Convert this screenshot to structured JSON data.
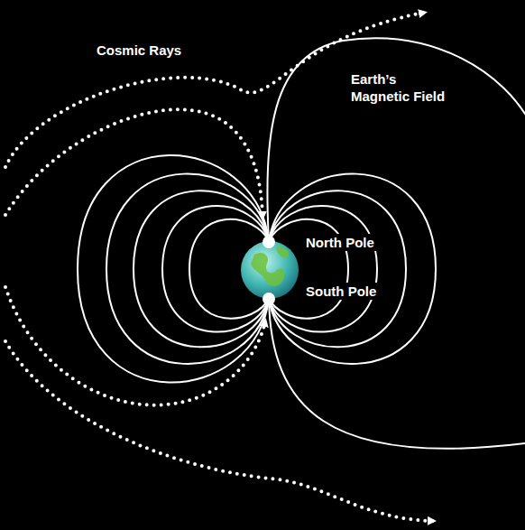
{
  "diagram": {
    "labels": [
      "Cosmic Rays",
      "Earth’s Magnetic Field",
      "North Pole",
      "South Pole"
    ]
  }
}
